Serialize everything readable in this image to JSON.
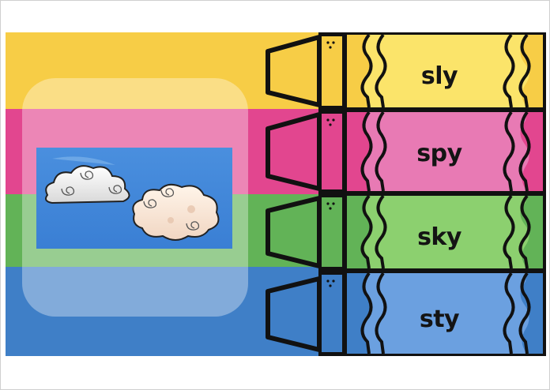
{
  "bands": [
    {
      "color": "#f7cd46"
    },
    {
      "color": "#e2468f"
    },
    {
      "color": "#62b357"
    },
    {
      "color": "#3f7fc7"
    }
  ],
  "sky_colors": {
    "top": "#4a8fde",
    "bottom": "#3a7fd4"
  },
  "crayons": [
    {
      "label": "sly",
      "body_color": "#fbe46a",
      "tip_color": "#f7cd46"
    },
    {
      "label": "spy",
      "body_color": "#e87ab4",
      "tip_color": "#e2468f"
    },
    {
      "label": "sky",
      "body_color": "#8cd06f",
      "tip_color": "#62b357"
    },
    {
      "label": "sty",
      "body_color": "#6ba0e0",
      "tip_color": "#3f7fc7"
    }
  ],
  "icons": [
    "cloud-icon",
    "cloud-icon",
    "crayon-icon"
  ]
}
